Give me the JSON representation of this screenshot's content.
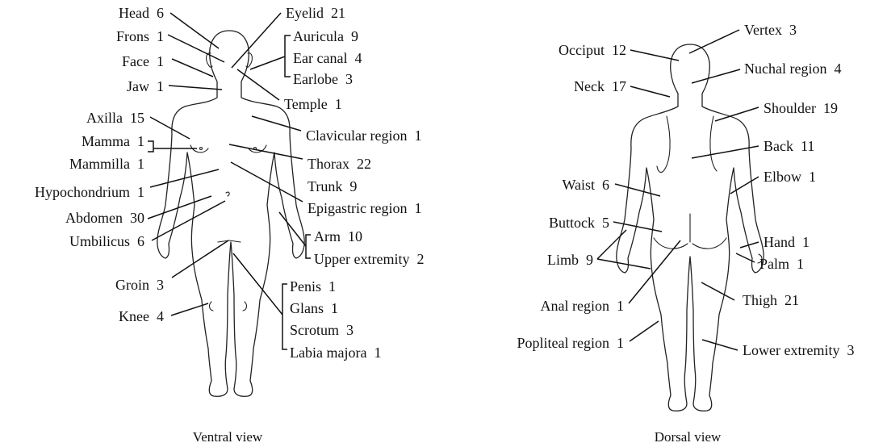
{
  "ventral": {
    "caption": "Ventral view",
    "labels": {
      "head": "Head  6",
      "frons": "Frons  1",
      "face": "Face  1",
      "jaw": "Jaw  1",
      "axilla": "Axilla  15",
      "mamma": "Mamma  1",
      "mammilla": "Mammilla  1",
      "hypochondrium": "Hypochondrium  1",
      "abdomen": "Abdomen  30",
      "umbilicus": "Umbilicus  6",
      "groin": "Groin  3",
      "knee": "Knee  4",
      "eyelid": "Eyelid  21",
      "auricula": "Auricula  9",
      "ear_canal": "Ear canal  4",
      "earlobe": "Earlobe  3",
      "temple": "Temple  1",
      "clavicular": "Clavicular region  1",
      "thorax": "Thorax  22",
      "trunk": "Trunk  9",
      "epigastric": "Epigastric region  1",
      "arm": "Arm  10",
      "upper_extremity": "Upper extremity  2",
      "penis": "Penis  1",
      "glans": "Glans  1",
      "scrotum": "Scrotum  3",
      "labia_majora": "Labia majora  1"
    }
  },
  "dorsal": {
    "caption": "Dorsal view",
    "labels": {
      "occiput": "Occiput  12",
      "neck": "Neck  17",
      "waist": "Waist  6",
      "buttock": "Buttock  5",
      "limb": "Limb  9",
      "anal": "Anal region  1",
      "popliteal": "Popliteal region  1",
      "vertex": "Vertex  3",
      "nuchal": "Nuchal region  4",
      "shoulder": "Shoulder  19",
      "back": "Back  11",
      "elbow": "Elbow  1",
      "hand": "Hand  1",
      "palm": "Palm  1",
      "thigh": "Thigh  21",
      "lower_extremity": "Lower extremity  3"
    }
  }
}
